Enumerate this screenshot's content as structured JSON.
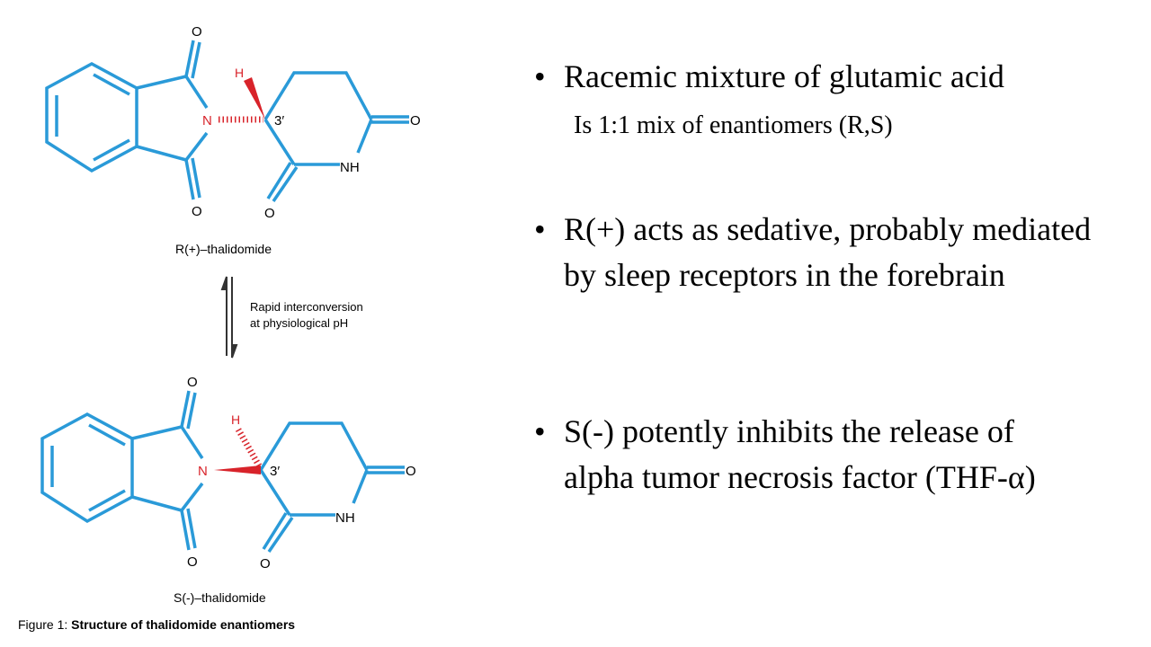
{
  "figure": {
    "r_label": "R(+)–thalidomide",
    "s_label": "S(-)–thalidomide",
    "interconversion": [
      "Rapid interconversion",
      "at physiological pH"
    ],
    "caption_prefix": "Figure 1: ",
    "caption_bold": "Structure of thalidomide enantiomers",
    "atoms": {
      "O": "O",
      "N": "N",
      "NH": "NH",
      "H": "H",
      "C3": "3′"
    },
    "colors": {
      "bond": "#2a9ad8",
      "stereo": "#d8232a"
    }
  },
  "bullets": [
    {
      "text": "Racemic mixture of glutamic acid",
      "sub": "Is 1:1 mix of enantiomers (R,S)"
    },
    {
      "text": "R(+) acts as sedative, probably mediated by sleep receptors in the forebrain"
    },
    {
      "text": "S(-) potently inhibits the release of alpha  tumor necrosis factor (THF-α)"
    }
  ],
  "bullet_char": "•"
}
